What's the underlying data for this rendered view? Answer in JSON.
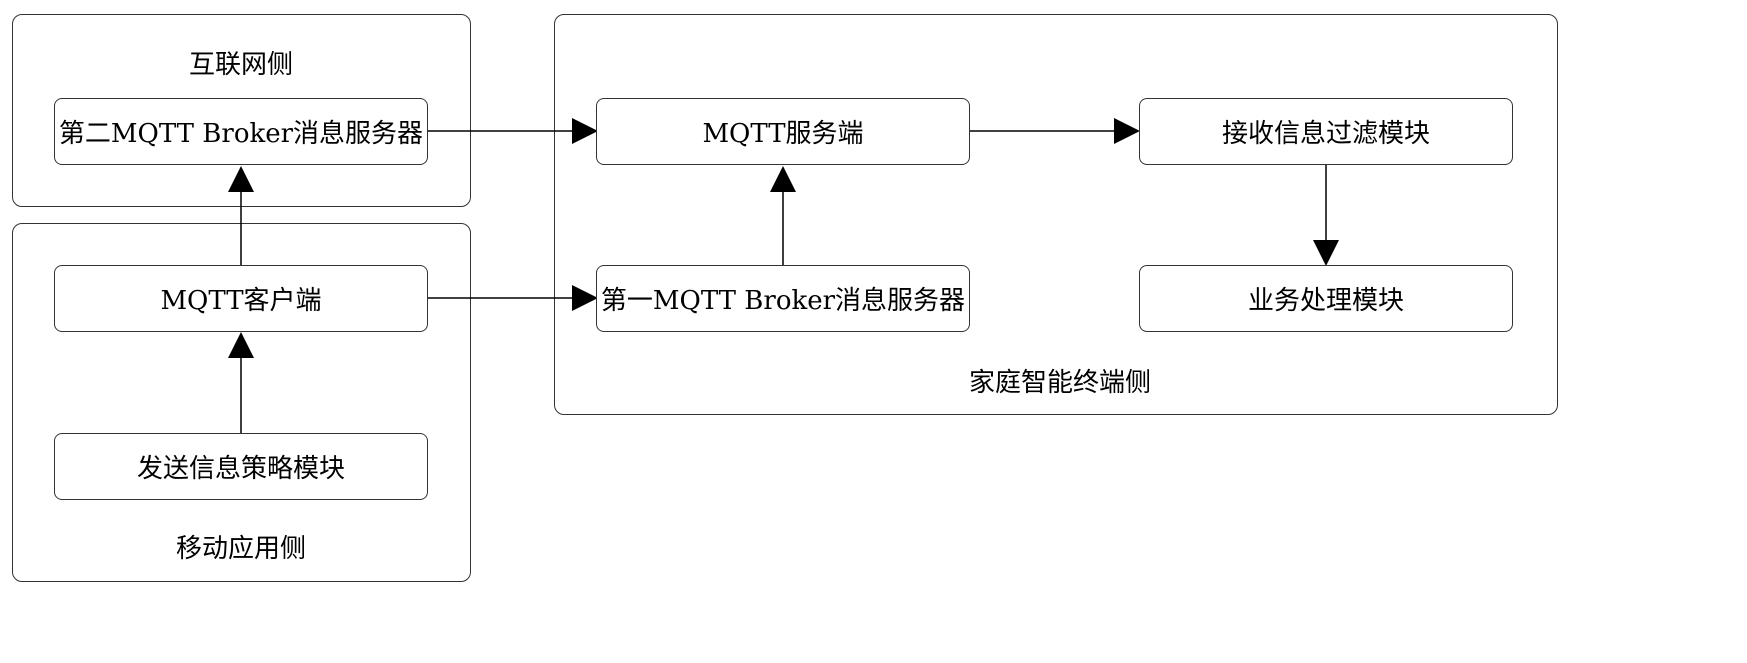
{
  "groups": {
    "internet_label": "互联网侧",
    "mobile_label": "移动应用侧",
    "home_label": "家庭智能终端侧"
  },
  "nodes": {
    "second_broker": "第二MQTT Broker消息服务器",
    "mqtt_client": "MQTT客户端",
    "send_policy": "发送信息策略模块",
    "mqtt_server": "MQTT服务端",
    "first_broker": "第一MQTT Broker消息服务器",
    "receive_filter": "接收信息过滤模块",
    "business": "业务处理模块"
  },
  "edges": [
    {
      "from": "send_policy",
      "to": "mqtt_client"
    },
    {
      "from": "mqtt_client",
      "to": "second_broker"
    },
    {
      "from": "mqtt_client",
      "to": "first_broker"
    },
    {
      "from": "second_broker",
      "to": "mqtt_server"
    },
    {
      "from": "first_broker",
      "to": "mqtt_server"
    },
    {
      "from": "mqtt_server",
      "to": "receive_filter"
    },
    {
      "from": "receive_filter",
      "to": "business"
    }
  ],
  "colors": {
    "stroke": "#333333",
    "arrow": "#000000",
    "background": "#ffffff"
  }
}
